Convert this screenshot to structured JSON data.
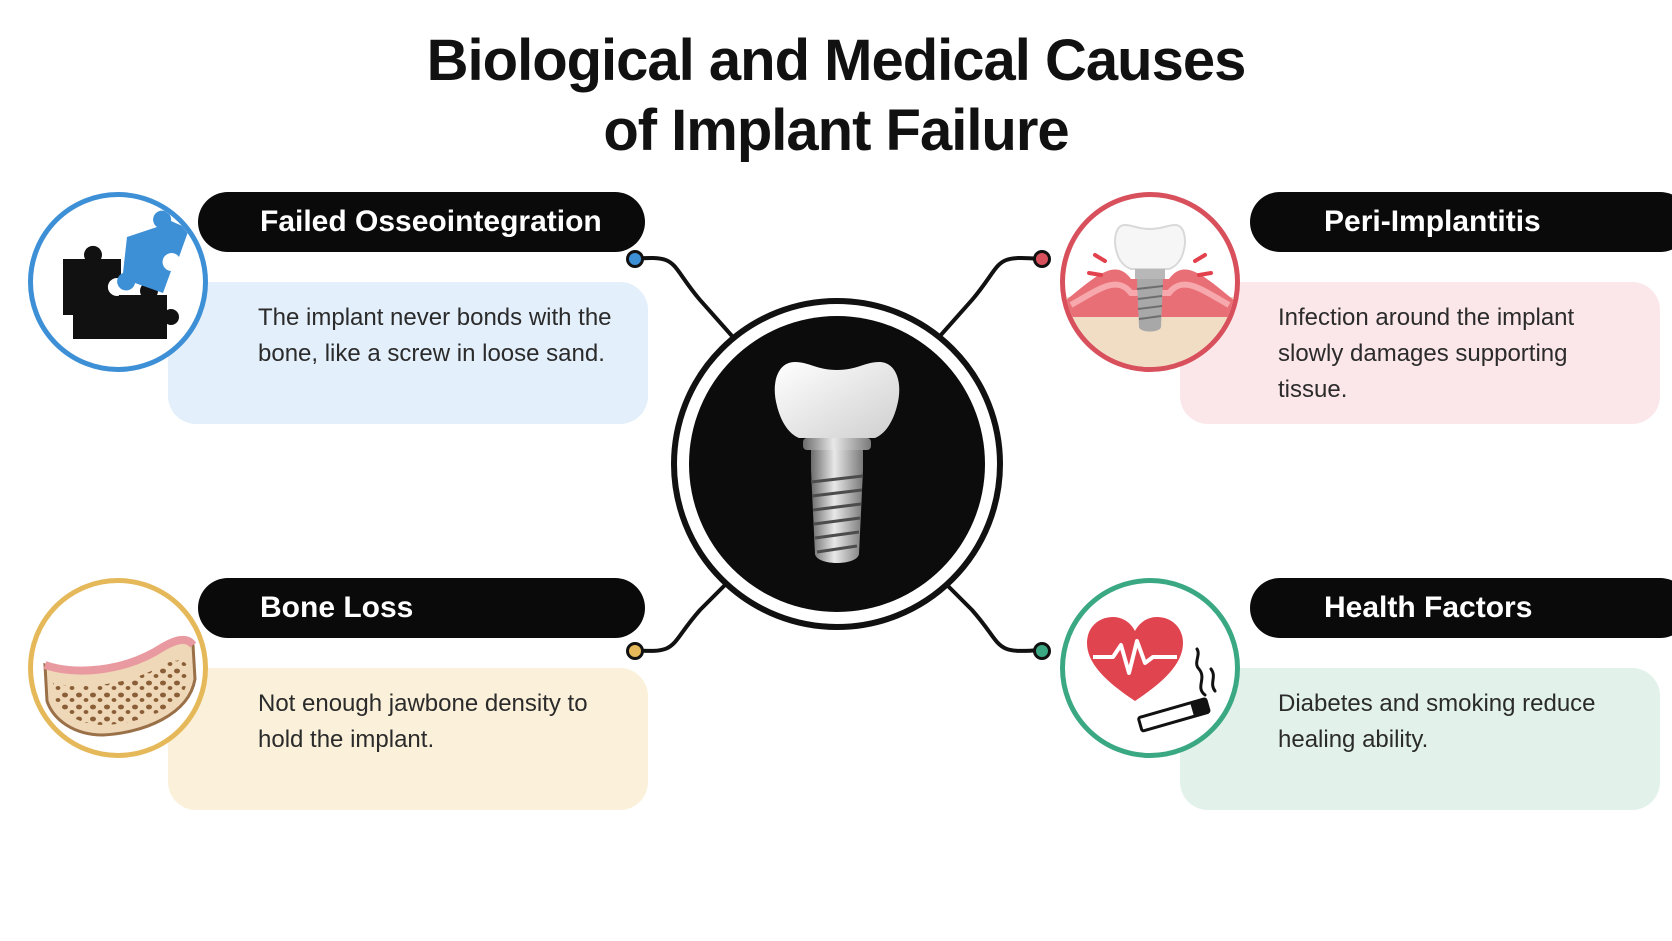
{
  "title": {
    "line1": "Biological and Medical Causes",
    "line2": "of Implant Failure"
  },
  "center": {
    "icon": "dental-implant-icon"
  },
  "causes": [
    {
      "heading": "Failed Osseointegration",
      "description": "The implant never bonds with the bone, like a screw in loose sand.",
      "icon": "puzzle-pieces-icon",
      "accent": "#3d8fd6",
      "panel": "#e3effa"
    },
    {
      "heading": "Peri-Implantitis",
      "description": "Infection around the implant slowly damages supporting tissue.",
      "icon": "inflamed-gum-implant-icon",
      "accent": "#d8505c",
      "panel": "#fbe7e9"
    },
    {
      "heading": "Bone Loss",
      "description": "Not enough jawbone density to hold the implant.",
      "icon": "porous-jawbone-icon",
      "accent": "#e5b95a",
      "panel": "#fbf1db"
    },
    {
      "heading": "Health Factors",
      "description": "Diabetes and smoking reduce healing ability.",
      "icon": "heart-cigarette-icon",
      "accent": "#3aa882",
      "panel": "#e2f2eb"
    }
  ]
}
